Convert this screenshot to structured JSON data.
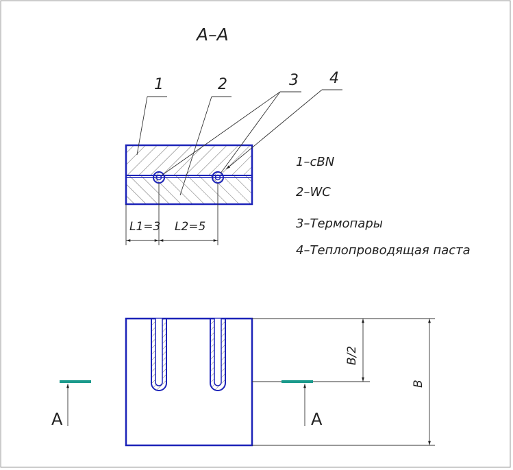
{
  "section_title": "A–A",
  "callouts": [
    "1",
    "2",
    "3",
    "4"
  ],
  "legend": [
    "1–cBN",
    "2–WC",
    "3–Термопары",
    "4–Теплопроводящая паста"
  ],
  "dimensions": {
    "l1": "L1=3",
    "l2": "L2=5",
    "half_b": "B/2",
    "b": "B"
  },
  "section_marks": {
    "left": "A",
    "right": "A"
  },
  "colors": {
    "outline": "#1c23b8",
    "cut_mark": "#1a9a8c",
    "line": "#333333"
  }
}
